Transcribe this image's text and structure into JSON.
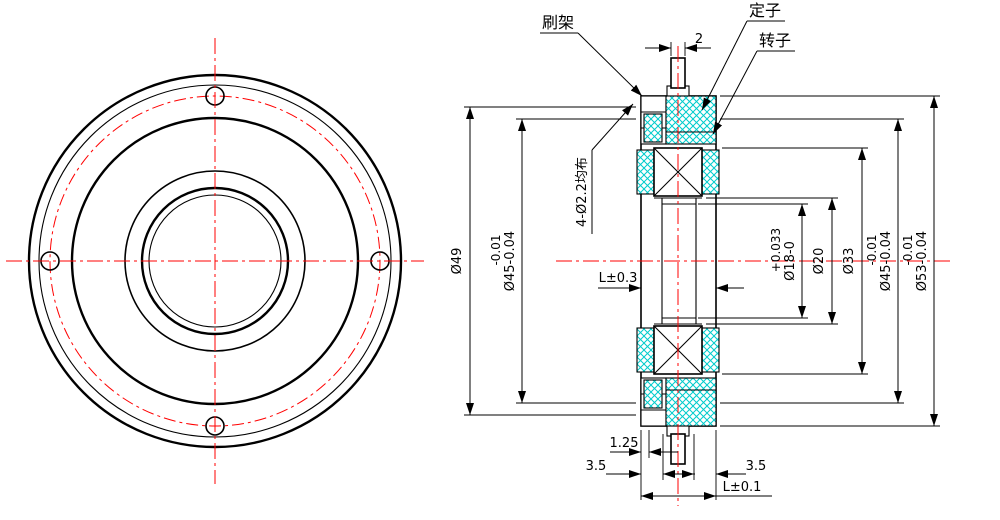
{
  "drawing": {
    "type": "engineering-section-drawing",
    "views": [
      "front-view",
      "section-view"
    ],
    "colors": {
      "line": "#000000",
      "centerline": "#ff0000",
      "hatch": "#00cccc",
      "background": "#ffffff"
    },
    "callouts": {
      "brush_holder": "刷架",
      "stator": "定子",
      "rotor": "转子",
      "holes_note": "4-Ø2.2均布"
    },
    "dimensions": {
      "shaft_top_width": "2",
      "dia49": "Ø49",
      "dia45_left": {
        "upper": "-0.01",
        "main": "Ø45-0.04"
      },
      "length_mid": "L±0.3",
      "dia18": {
        "upper": "+0.033",
        "main": "Ø18-0"
      },
      "dia20": "Ø20",
      "dia33": "Ø33",
      "dia45_right": {
        "upper": "-0.01",
        "main": "Ø45-0.04"
      },
      "dia53": {
        "upper": "-0.01",
        "main": "Ø53-0.04"
      },
      "offset_1_25": "1.25",
      "offset_3_5_left": "3.5",
      "offset_3_5_right": "3.5",
      "length_bottom": "L±0.1"
    }
  }
}
